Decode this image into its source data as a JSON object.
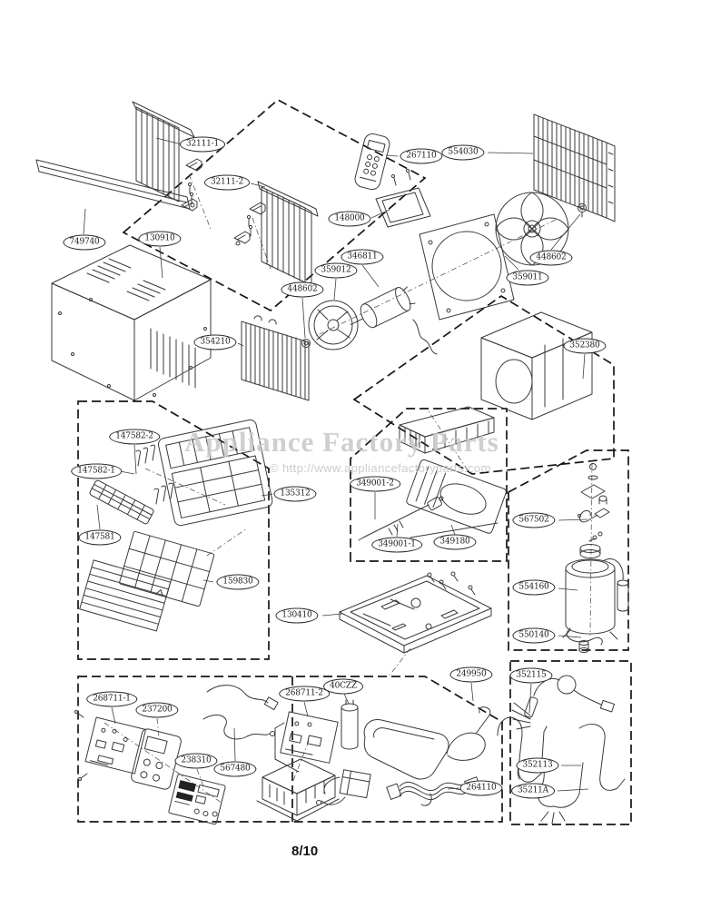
{
  "watermark": {
    "title": "Appliance Factory Parts",
    "copyright": "© http://www.appliancefactoryparts.com"
  },
  "page": {
    "indicator": "8/10"
  },
  "parts": [
    {
      "label": "32111-1"
    },
    {
      "label": "32111-2"
    },
    {
      "label": "749740"
    },
    {
      "label": "130910"
    },
    {
      "label": "267110"
    },
    {
      "label": "554030"
    },
    {
      "label": "148000"
    },
    {
      "label": "346811"
    },
    {
      "label": "359012"
    },
    {
      "label": "448602"
    },
    {
      "label": "448602"
    },
    {
      "label": "359011"
    },
    {
      "label": "354210"
    },
    {
      "label": "352380"
    },
    {
      "label": "147582-2"
    },
    {
      "label": "147582-1"
    },
    {
      "label": "147581"
    },
    {
      "label": "135312"
    },
    {
      "label": "159830"
    },
    {
      "label": "349001-2"
    },
    {
      "label": "349001-1"
    },
    {
      "label": "349180"
    },
    {
      "label": "567502"
    },
    {
      "label": "554160"
    },
    {
      "label": "550140"
    },
    {
      "label": "130410"
    },
    {
      "label": "249950"
    },
    {
      "label": "268711-1"
    },
    {
      "label": "237200"
    },
    {
      "label": "238310"
    },
    {
      "label": "567480"
    },
    {
      "label": "268711-2"
    },
    {
      "label": "40CZZ"
    },
    {
      "label": "264110"
    },
    {
      "label": "352115"
    },
    {
      "label": "352113"
    },
    {
      "label": "35211A"
    }
  ]
}
